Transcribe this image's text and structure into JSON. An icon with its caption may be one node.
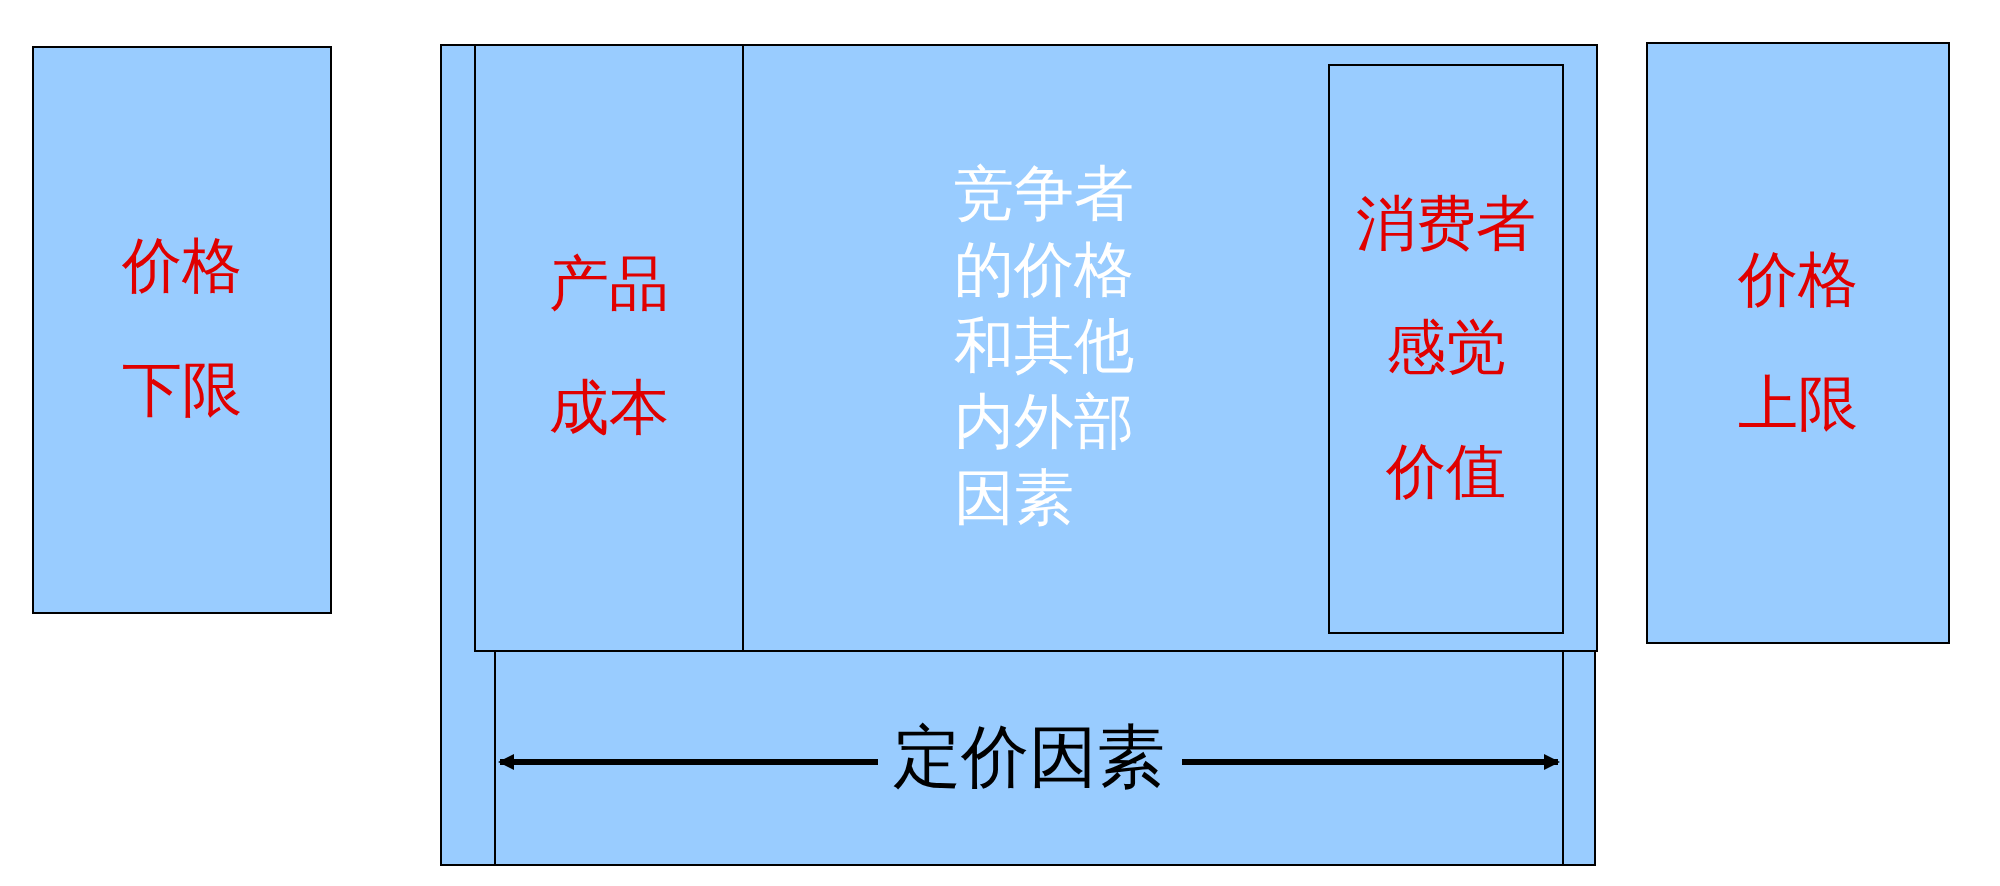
{
  "diagram": {
    "nodes": [
      {
        "text": [
          "价格",
          "下限"
        ]
      },
      {
        "text": [],
        "shape": "box"
      },
      {
        "text": [
          "产品",
          "成本"
        ],
        "in": 1
      },
      {
        "text": [
          "竞争者的价格和其他内外部因素"
        ],
        "in": 1
      },
      {
        "text": [
          "消费者",
          "感觉",
          "价值"
        ],
        "in": 3
      },
      {
        "text": [
          "定价因素"
        ],
        "in": 1
      },
      {
        "text": [
          "价格",
          "上限"
        ]
      }
    ],
    "edges": []
  }
}
